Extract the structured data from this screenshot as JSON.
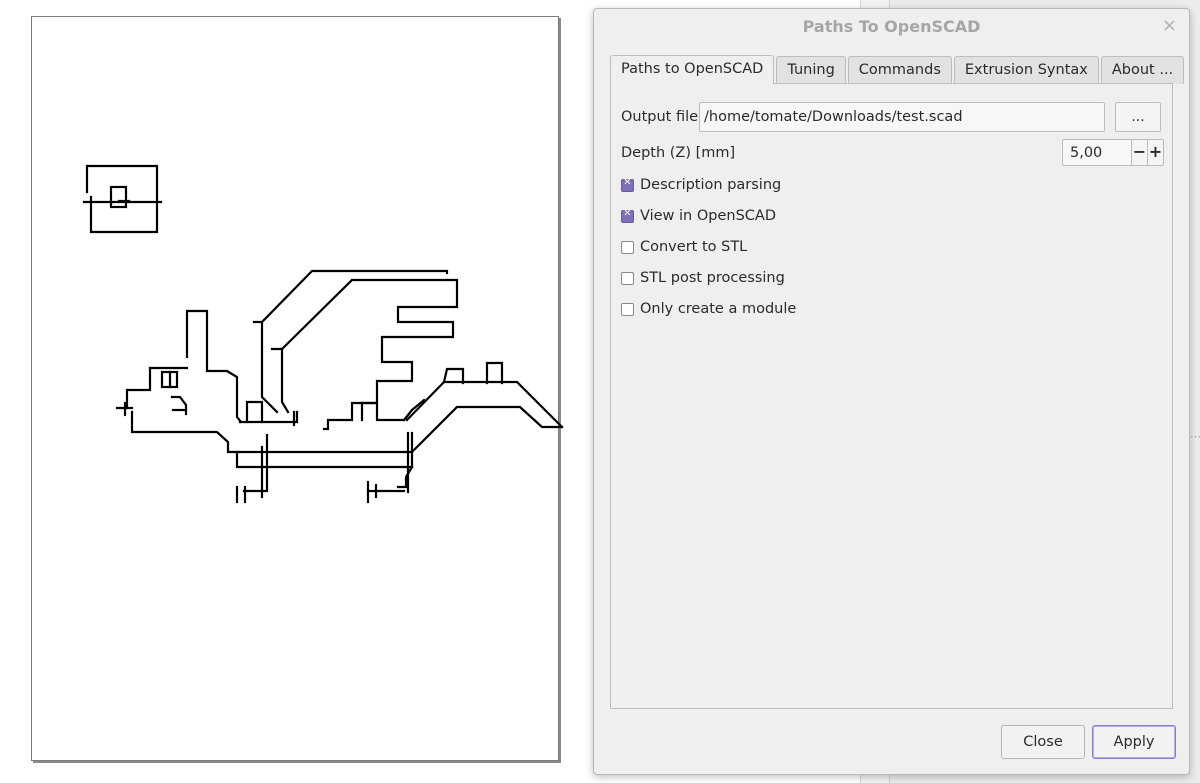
{
  "dialog": {
    "title": "Paths To OpenSCAD",
    "close_glyph": "×",
    "tabs": [
      {
        "label": "Paths to OpenSCAD",
        "active": true
      },
      {
        "label": "Tuning",
        "active": false
      },
      {
        "label": "Commands",
        "active": false
      },
      {
        "label": "Extrusion Syntax",
        "active": false
      },
      {
        "label": "About ...",
        "active": false
      }
    ],
    "output_file": {
      "label": "Output file",
      "value": "/home/tomate/Downloads/test.scad",
      "browse_label": "..."
    },
    "depth": {
      "label": "Depth (Z) [mm]",
      "value": "5,00",
      "minus": "−",
      "plus": "+"
    },
    "options": [
      {
        "label": "Description parsing",
        "checked": true
      },
      {
        "label": "View in OpenSCAD",
        "checked": true
      },
      {
        "label": "Convert to STL",
        "checked": false
      },
      {
        "label": "STL post processing",
        "checked": false
      },
      {
        "label": "Only create a module",
        "checked": false
      }
    ],
    "buttons": {
      "close": "Close",
      "apply": "Apply"
    }
  },
  "colors": {
    "accent": "#7f6fb3",
    "stroke": "#000000",
    "title_text": "#a6a6a6"
  },
  "icons": {
    "dialog_close": "close-icon",
    "checkbox_checked": "checkbox-checked-icon"
  }
}
